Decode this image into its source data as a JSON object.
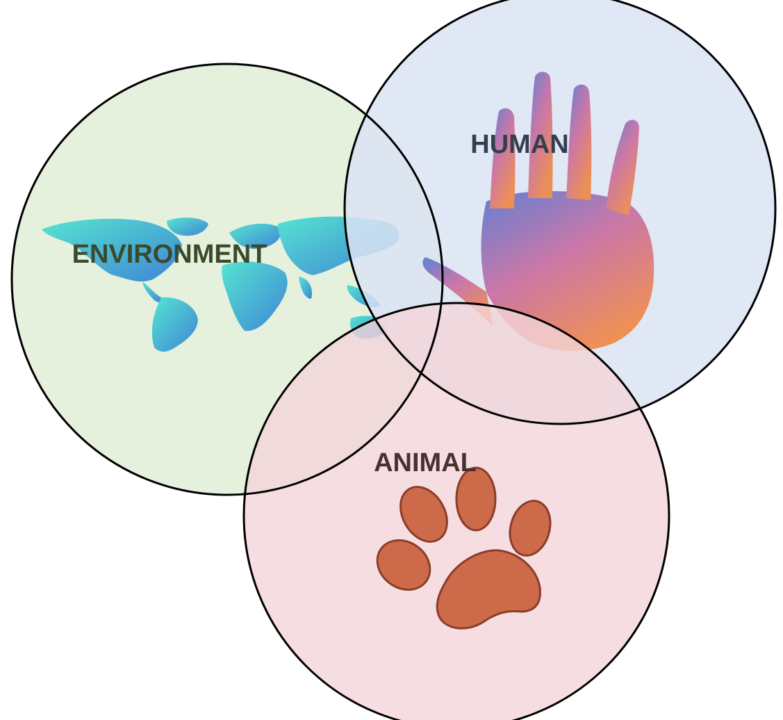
{
  "sets": {
    "environment": {
      "label": "ENVIRONMENT",
      "fill": "#e2efd9",
      "text_color": "#3b4a2c",
      "icon": "world-map-icon"
    },
    "human": {
      "label": "HUMAN",
      "fill": "#dae3f3",
      "text_color": "#333f50",
      "icon": "handprint-icon"
    },
    "animal": {
      "label": "ANIMAL",
      "fill": "#f4d5d9",
      "text_color": "#4a3030",
      "icon": "paw-print-icon"
    }
  },
  "colors": {
    "outline": "#000000",
    "map_light": "#46e3cf",
    "map_dark": "#2e7ad6",
    "hand_blue": "#4a6fd0",
    "hand_pink": "#c8649a",
    "hand_orange": "#f0803a",
    "paw": "#cd6a4a",
    "paw_outline": "#8a3d27"
  }
}
